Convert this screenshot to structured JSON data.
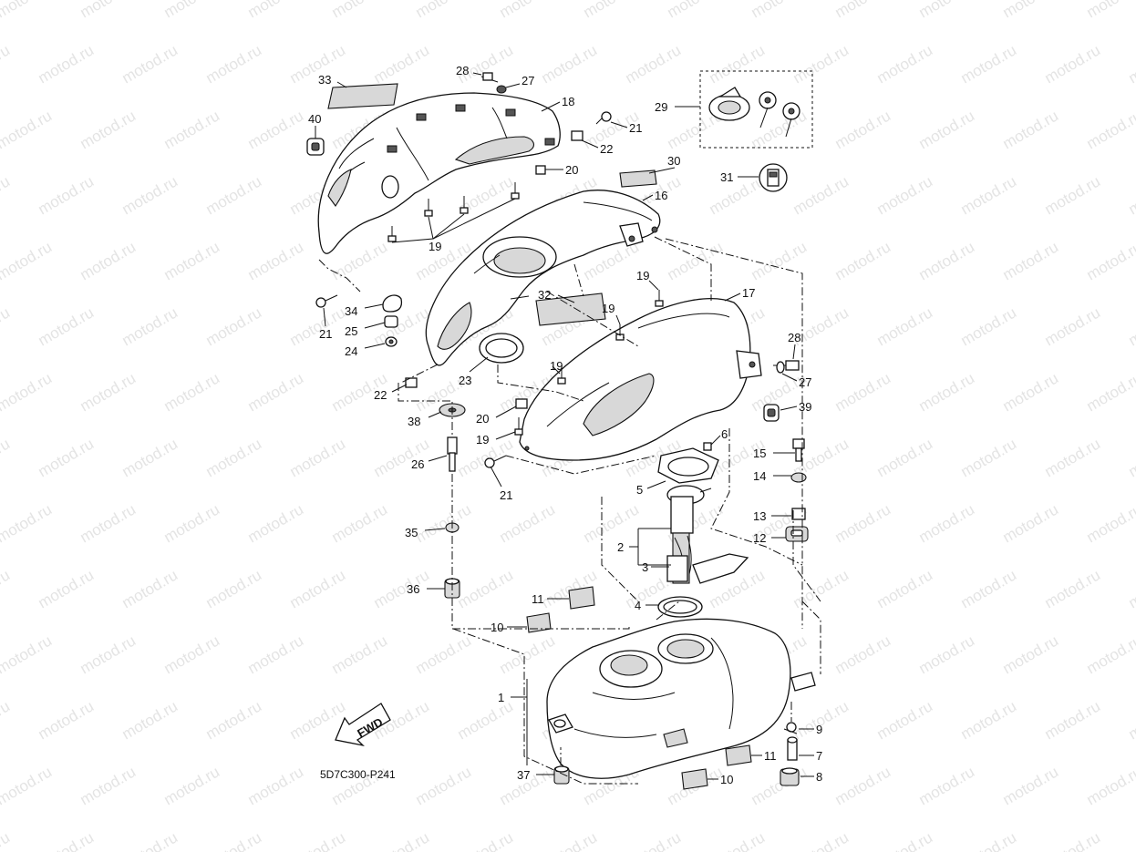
{
  "watermark": "motod.ru",
  "reference_code": "5D7C300-P241",
  "fwd_label": "FWD",
  "callouts": [
    {
      "id": "c1",
      "label": "1"
    },
    {
      "id": "c2",
      "label": "2"
    },
    {
      "id": "c3",
      "label": "3"
    },
    {
      "id": "c4",
      "label": "4"
    },
    {
      "id": "c5",
      "label": "5"
    },
    {
      "id": "c6",
      "label": "6"
    },
    {
      "id": "c7",
      "label": "7"
    },
    {
      "id": "c8",
      "label": "8"
    },
    {
      "id": "c9",
      "label": "9"
    },
    {
      "id": "c10a",
      "label": "10"
    },
    {
      "id": "c10b",
      "label": "10"
    },
    {
      "id": "c11a",
      "label": "11"
    },
    {
      "id": "c11b",
      "label": "11"
    },
    {
      "id": "c12",
      "label": "12"
    },
    {
      "id": "c13",
      "label": "13"
    },
    {
      "id": "c14",
      "label": "14"
    },
    {
      "id": "c15",
      "label": "15"
    },
    {
      "id": "c16",
      "label": "16"
    },
    {
      "id": "c17",
      "label": "17"
    },
    {
      "id": "c18",
      "label": "18"
    },
    {
      "id": "c19a",
      "label": "19"
    },
    {
      "id": "c19b",
      "label": "19"
    },
    {
      "id": "c19c",
      "label": "19"
    },
    {
      "id": "c19d",
      "label": "19"
    },
    {
      "id": "c19e",
      "label": "19"
    },
    {
      "id": "c20a",
      "label": "20"
    },
    {
      "id": "c20b",
      "label": "20"
    },
    {
      "id": "c21a",
      "label": "21"
    },
    {
      "id": "c21b",
      "label": "21"
    },
    {
      "id": "c21c",
      "label": "21"
    },
    {
      "id": "c22a",
      "label": "22"
    },
    {
      "id": "c22b",
      "label": "22"
    },
    {
      "id": "c23",
      "label": "23"
    },
    {
      "id": "c24",
      "label": "24"
    },
    {
      "id": "c25",
      "label": "25"
    },
    {
      "id": "c26",
      "label": "26"
    },
    {
      "id": "c27a",
      "label": "27"
    },
    {
      "id": "c27b",
      "label": "27"
    },
    {
      "id": "c28a",
      "label": "28"
    },
    {
      "id": "c28b",
      "label": "28"
    },
    {
      "id": "c29",
      "label": "29"
    },
    {
      "id": "c30",
      "label": "30"
    },
    {
      "id": "c31",
      "label": "31"
    },
    {
      "id": "c32",
      "label": "32"
    },
    {
      "id": "c33",
      "label": "33"
    },
    {
      "id": "c34",
      "label": "34"
    },
    {
      "id": "c35",
      "label": "35"
    },
    {
      "id": "c36",
      "label": "36"
    },
    {
      "id": "c37",
      "label": "37"
    },
    {
      "id": "c38",
      "label": "38"
    },
    {
      "id": "c39",
      "label": "39"
    },
    {
      "id": "c40",
      "label": "40"
    }
  ]
}
